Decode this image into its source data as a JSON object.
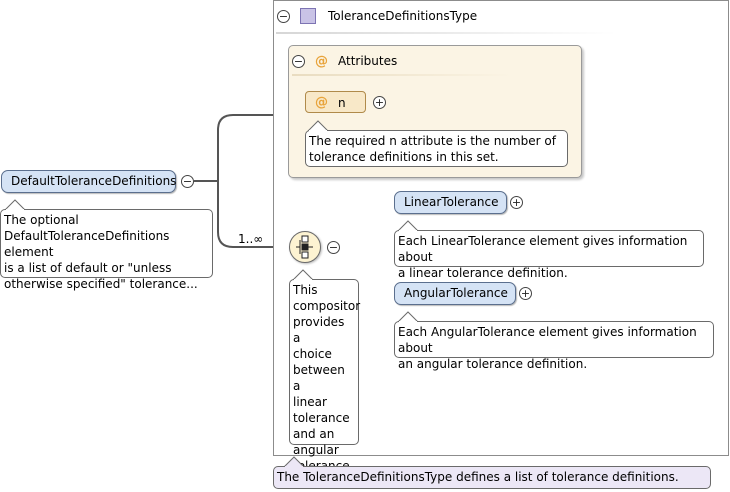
{
  "type": {
    "title": "ToleranceDefinitionsType",
    "note": "The ToleranceDefinitionsType defines a list of tolerance definitions."
  },
  "attributes": {
    "title": "Attributes",
    "at_symbol": "@",
    "n": {
      "label": "n",
      "note": "The required n attribute is the number of\ntolerance definitions in this set."
    }
  },
  "root": {
    "label": "DefaultToleranceDefinitions",
    "note": "The optional\nDefaultToleranceDefinitions element\nis a list of default or \"unless\notherwise specified\" tolerance..."
  },
  "compositor": {
    "cardinality": "1..∞",
    "note": "This\ncompositor\n provides a\nchoice\nbetween a\nlinear\ntolerance\nand an\nangular\ntolerance."
  },
  "linear": {
    "label": "LinearTolerance",
    "note": "Each LinearTolerance element gives information about\na linear tolerance definition."
  },
  "angular": {
    "label": "AngularTolerance",
    "note": "Each AngularTolerance element gives information about\nan angular tolerance definition."
  },
  "glyphs": {
    "minus": "−",
    "plus": "+"
  }
}
